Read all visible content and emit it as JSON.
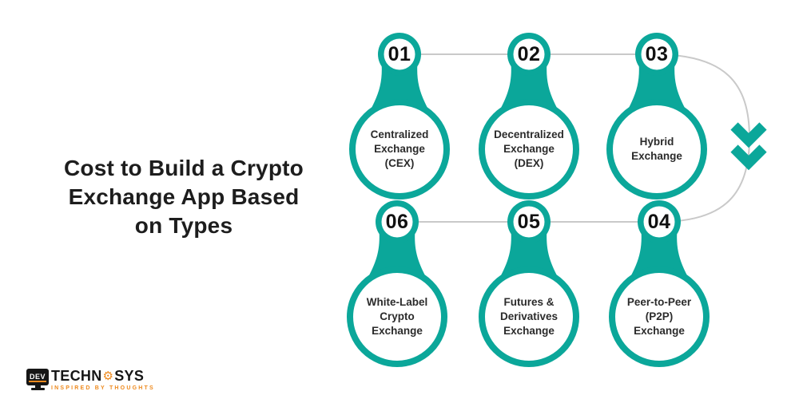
{
  "title": {
    "text": "Cost to Build a Crypto\nExchange App Based\non Types"
  },
  "nodes": [
    {
      "number": "01",
      "label": "Centralized\nExchange\n(CEX)"
    },
    {
      "number": "02",
      "label": "Decentralized\nExchange (DEX)"
    },
    {
      "number": "03",
      "label": "Hybrid\nExchange"
    },
    {
      "number": "04",
      "label": "Peer-to-Peer\n(P2P)\nExchange"
    },
    {
      "number": "05",
      "label": "Futures &\nDerivatives\nExchange"
    },
    {
      "number": "06",
      "label": "White-Label\nCrypto\nExchange"
    }
  ],
  "flow": {
    "sequence": "01 → 02 → 03 → 04 → 05 → 06",
    "arrow_icon": "double-chevron-down"
  },
  "colors": {
    "teal": "#0BA79A",
    "connector_gray": "#C9C9C9",
    "number_black": "#111111",
    "label_dark": "#2B2B2B",
    "logo_orange": "#EE8A1E"
  },
  "logo": {
    "monitor_text": "DEV",
    "name_left": "TECHN",
    "gear_icon": "⚙",
    "name_right": "SYS",
    "tagline": "INSPIRED BY THOUGHTS"
  }
}
